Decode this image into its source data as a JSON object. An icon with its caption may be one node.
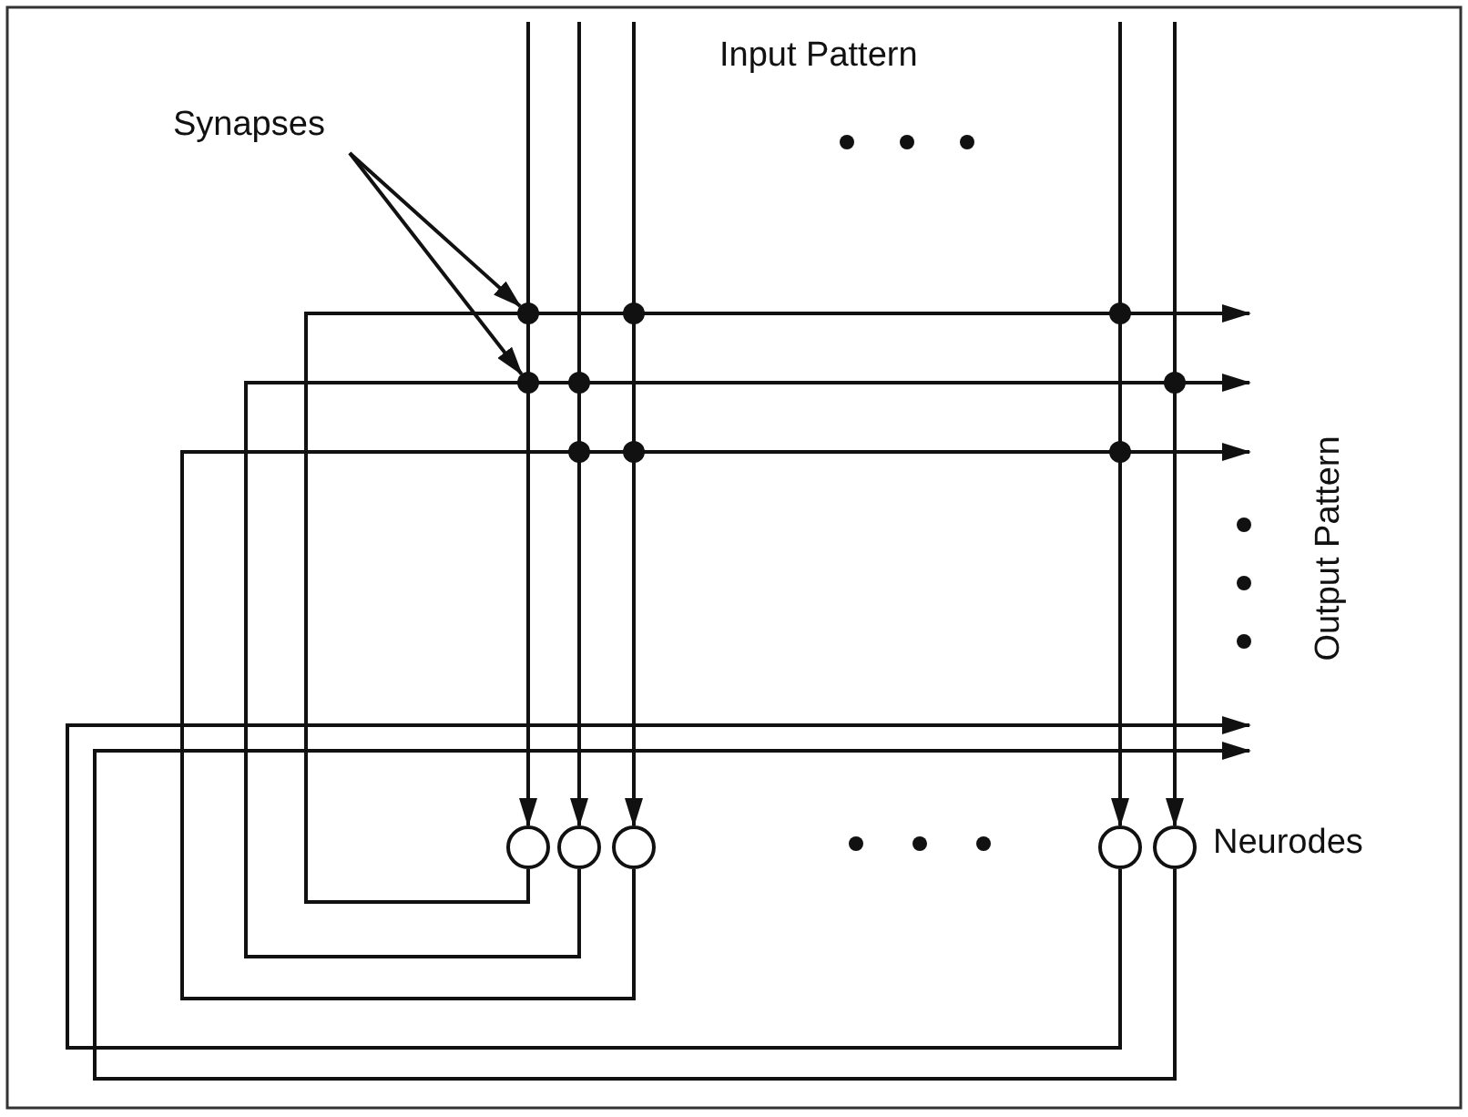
{
  "diagram": {
    "nodes": [
      {
        "text": [
          "Synapses"
        ]
      },
      {
        "text": [],
        "shape": "dot"
      },
      {
        "text": [],
        "shape": "dot"
      },
      {
        "text": [],
        "shape": "dot"
      },
      {
        "text": [],
        "shape": "dot"
      },
      {
        "text": [],
        "shape": "dot"
      },
      {
        "text": [],
        "shape": "dot"
      },
      {
        "text": [],
        "shape": "dot"
      },
      {
        "text": [],
        "shape": "dot"
      },
      {
        "text": [],
        "shape": "dot"
      },
      {
        "text": [],
        "shape": "circle"
      },
      {
        "text": [],
        "shape": "circle"
      },
      {
        "text": [],
        "shape": "circle"
      },
      {
        "text": [],
        "shape": "circle"
      },
      {
        "text": [],
        "shape": "circle"
      }
    ],
    "edges": [
      {
        "from": 0,
        "to": 1,
        "arrow": "to"
      },
      {
        "from": 0,
        "to": 4,
        "arrow": "to"
      },
      {
        "from": null,
        "to": 10,
        "arrow": "to"
      },
      {
        "from": null,
        "to": 11,
        "arrow": "to"
      },
      {
        "from": null,
        "to": 12,
        "arrow": "to"
      },
      {
        "from": null,
        "to": 13,
        "arrow": "to"
      },
      {
        "from": null,
        "to": 14,
        "arrow": "to"
      },
      {
        "from": 10,
        "to": null,
        "arrow": "to"
      },
      {
        "from": 11,
        "to": null,
        "arrow": "to"
      },
      {
        "from": 12,
        "to": null,
        "arrow": "to"
      },
      {
        "from": 13,
        "to": null,
        "arrow": "to"
      },
      {
        "from": 14,
        "to": null,
        "arrow": "to"
      }
    ],
    "labels": [
      "Input Pattern",
      "Output Pattern",
      "Neurodes"
    ]
  }
}
